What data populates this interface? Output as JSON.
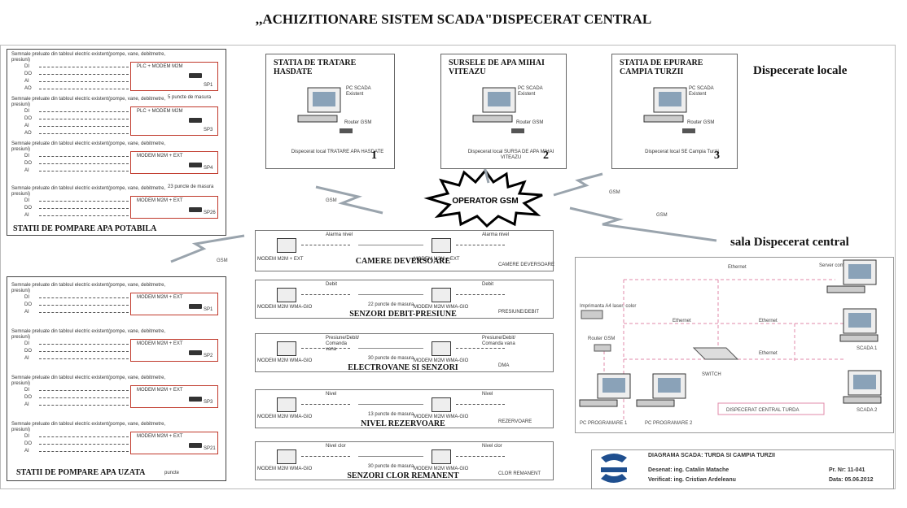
{
  "title": ",,ACHIZITIONARE SISTEM SCADA\"DISPECERAT CENTRAL",
  "left_top": {
    "label": "STATII DE POMPARE APA POTABILA",
    "groups": [
      {
        "header": "Semnale preluate din tabloul electric existent(pompe, vane, debitmetre, presiuni)",
        "signals": [
          "DI",
          "DO",
          "AI",
          "AO"
        ],
        "device": "PLC + MODEM M2M",
        "site": "SP1"
      },
      {
        "header": "Semnale preluate din tabloul electric existent(pompe, vane, debitmetre, presiuni)",
        "signals": [
          "DI",
          "DO",
          "AI",
          "AO"
        ],
        "device": "PLC + MODEM M2M",
        "site": "SP3"
      },
      {
        "header": "Semnale preluate din tabloul electric existent(pompe, vane, debitmetre, presiuni)",
        "signals": [
          "DI",
          "DO",
          "AI"
        ],
        "device": "MODEM M2M + EXT",
        "site": "SP4"
      },
      {
        "header": "Semnale preluate din tabloul electric existent(pompe, vane, debitmetre, presiuni)",
        "signals": [
          "DI",
          "DO",
          "AI"
        ],
        "device": "MODEM M2M + EXT",
        "site": "SP26"
      }
    ],
    "notes": [
      "5 puncte de masura",
      "23 puncte de masura"
    ]
  },
  "left_bottom": {
    "label": "STATII DE POMPARE APA UZATA",
    "note": "puncte",
    "groups": [
      {
        "header": "Semnale preluate din tabloul electric existent(pompe, vane, debitmetre, presiuni)",
        "signals": [
          "DI",
          "DO",
          "AI"
        ],
        "device": "MODEM M2M + EXT",
        "site": "SP1"
      },
      {
        "header": "Semnale preluate din tabloul electric existent(pompe, vane, debitmetre, presiuni)",
        "signals": [
          "DI",
          "DO",
          "AI"
        ],
        "device": "MODEM M2M + EXT",
        "site": "SP2"
      },
      {
        "header": "Semnale preluate din tabloul electric existent(pompe, vane, debitmetre, presiuni)",
        "signals": [
          "DI",
          "DO",
          "AI"
        ],
        "device": "MODEM M2M + EXT",
        "site": "SP3"
      },
      {
        "header": "Semnale preluate din tabloul electric existent(pompe, vane, debitmetre, presiuni)",
        "signals": [
          "DI",
          "DO",
          "AI"
        ],
        "device": "MODEM M2M + EXT",
        "site": "SP21"
      }
    ]
  },
  "local_label": "Dispecerate locale",
  "stations": [
    {
      "title": "STATIA DE TRATARE HASDATE",
      "pc": "PC SCADA Existent",
      "router": "Router GSM",
      "caption": "Dispecerat local TRATARE APA HASDATE",
      "num": "1"
    },
    {
      "title": "SURSELE DE APA MIHAI VITEAZU",
      "pc": "PC SCADA Existent",
      "router": "Router GSM",
      "caption": "Dispecerat local SURSA DE APA MIHAI VITEAZU",
      "num": "2"
    },
    {
      "title": "STATIA DE EPURARE CAMPIA TURZII",
      "pc": "PC SCADA Existent",
      "router": "Router GSM",
      "caption": "Dispecerat local SE Campia Turzii",
      "num": "3"
    }
  ],
  "gsm_operator": "OPERATOR GSM",
  "gsm": "GSM",
  "middle": [
    {
      "label": "CAMERE DEVERSOARE",
      "left_dev": "MODEM M2M + EXT",
      "right_dev": "MODEM M2M + EXT",
      "top_l": "Alarma nivel",
      "top_r": "Alarma nivel",
      "note": "",
      "corner": "CAMERE DEVERSOARE"
    },
    {
      "label": "SENZORI DEBIT-PRESIUNE",
      "left_dev": "MODEM M2M WMA-GIO",
      "right_dev": "MODEM M2M WMA-GIO",
      "top_l": "Debit",
      "top_r": "Debit",
      "note": "22 puncte de masura",
      "corner": "PRESIUNE/DEBIT"
    },
    {
      "label": "ELECTROVANE SI SENZORI",
      "left_dev": "MODEM M2M WMA-GIO",
      "right_dev": "MODEM M2M WMA-GIO",
      "top_l": "Presiune/Debit/ Comanda vana",
      "top_r": "Presiune/Debit/ Comanda vana",
      "note": "30 puncte de masura",
      "corner": "DMA"
    },
    {
      "label": "NIVEL REZERVOARE",
      "left_dev": "MODEM M2M WMA-GIO",
      "right_dev": "MODEM M2M WMA-GIO",
      "top_l": "Nivel",
      "top_r": "Nivel",
      "note": "13 puncte de masura",
      "corner": "REZERVOARE"
    },
    {
      "label": "SENZORI CLOR REMANENT",
      "left_dev": "MODEM M2M WMA-GIO",
      "right_dev": "MODEM M2M WMA-GIO",
      "top_l": "Nivel clor",
      "top_r": "Nivel clor",
      "note": "30 puncte de masura",
      "corner": "CLOR REMANENT"
    }
  ],
  "central": {
    "label": "sala Dispecerat central",
    "server": "Server comunicatie",
    "printer": "Imprimanta A4 laser, color",
    "router": "Router GSM",
    "switch": "SWITCH",
    "ethernet": "Ethernet",
    "scada1": "SCADA 1",
    "scada2": "SCADA 2",
    "pc1": "PC PROGRAMARE 1",
    "pc2": "PC PROGRAMARE 2",
    "caption": "DISPECERAT CENTRAL TURDA"
  },
  "titleblock": {
    "diagram": "DIAGRAMA SCADA: TURDA SI CAMPIA TURZII",
    "drawn": "Desenat: ing. Catalin Matache",
    "checked": "Verificat: ing. Cristian Ardeleanu",
    "pr": "Pr. Nr: 11-041",
    "date": "Data: 05.06.2012"
  }
}
